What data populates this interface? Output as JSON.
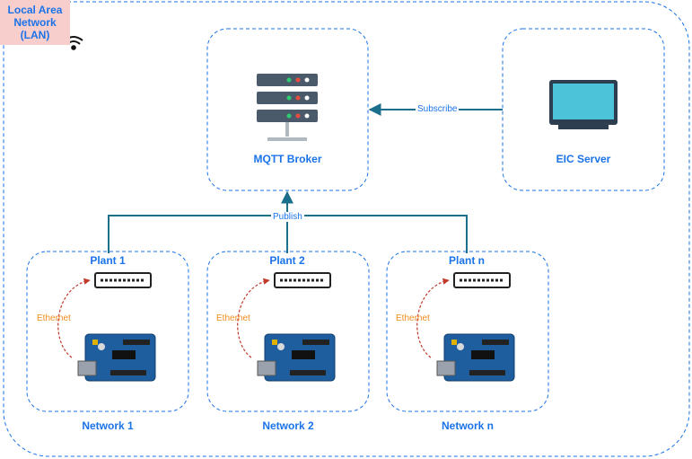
{
  "lan": {
    "label": "Local Area\nNetwork\n(LAN)",
    "icon": "wifi-icon"
  },
  "broker": {
    "label": "MQTT Broker",
    "icon": "server-rack-icon"
  },
  "server": {
    "label": "EIC Server",
    "icon": "monitor-icon"
  },
  "edges": {
    "subscribe": "Subscribe",
    "publish": "Publish"
  },
  "networks": [
    {
      "plant": "Plant 1",
      "network": "Network 1",
      "link": "Ethernet"
    },
    {
      "plant": "Plant 2",
      "network": "Network 2",
      "link": "Ethernet"
    },
    {
      "plant": "Plant n",
      "network": "Network n",
      "link": "Ethernet"
    }
  ],
  "colors": {
    "accent": "#1a73e8",
    "lan_bg": "#f8cecc",
    "edge": "#1b6e8c",
    "ethernet": "#f08c1e",
    "board": "#1f5e9e"
  }
}
